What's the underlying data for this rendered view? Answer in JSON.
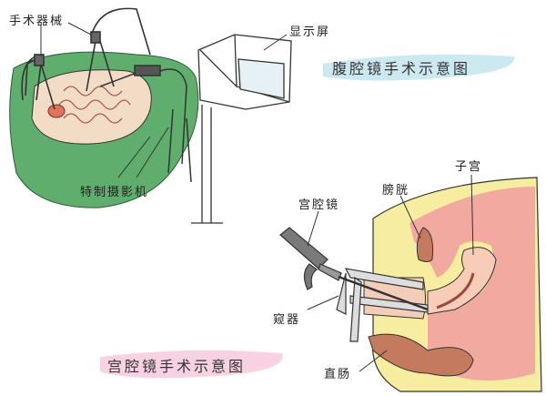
{
  "laparoscopy": {
    "title": "腹腔镜手术示意图",
    "labels": {
      "instruments": "手术器械",
      "monitor": "显示屏",
      "camera": "特制摄影机"
    }
  },
  "hysteroscopy": {
    "title": "宫腔镜手术示意图",
    "labels": {
      "hysteroscope": "宫腔镜",
      "bladder": "膀胱",
      "uterus": "子宫",
      "speculum": "窥器",
      "rectum": "直肠"
    }
  },
  "colors": {
    "drape": "#5fae6e",
    "skin": "#f3dcc6",
    "uterus": "#f1a9a0",
    "fat": "#f7eda0",
    "organ": "#c47a5e",
    "title_blue": "#bfe3ee",
    "title_pink": "#f6c6dc"
  }
}
